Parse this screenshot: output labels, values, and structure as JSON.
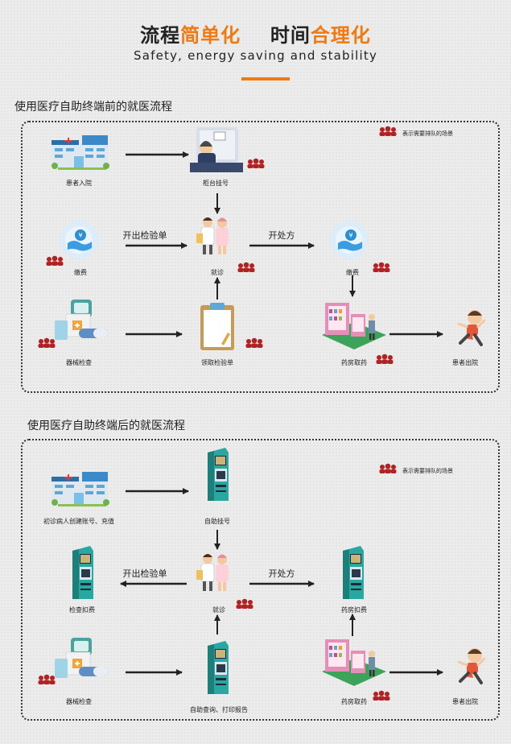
{
  "header": {
    "title_part1": "流程",
    "title_hl1": "简单化",
    "title_part2": "时间",
    "title_hl2": "合理化",
    "subtitle": "Safety, energy saving and stability",
    "accent_color": "#f07a12"
  },
  "before": {
    "heading": "使用医疗自助终端前的就医流程",
    "legend": "表示需要排队的场景",
    "nodes": {
      "admit": "患者入院",
      "counter": "柜台挂号",
      "pay1": "缴费",
      "clinic": "就诊",
      "pay2": "缴费",
      "device": "器械检查",
      "form": "领取检验单",
      "pharmacy": "药房取药",
      "discharge": "患者出院"
    },
    "arrows": {
      "test_order": "开出检验单",
      "prescribe": "开处方"
    }
  },
  "after": {
    "heading": "使用医疗自助终端后的就医流程",
    "legend": "表示需要排队的场景",
    "nodes": {
      "account": "初诊病人创建账号、充值",
      "self_reg": "自助挂号",
      "exam_pay": "检查扣费",
      "clinic": "就诊",
      "pharm_pay": "药房扣费",
      "device": "器械检查",
      "self_query": "自助查询、打印报告",
      "pharmacy": "药房取药",
      "discharge": "患者出院"
    },
    "arrows": {
      "test_order": "开出检验单",
      "prescribe": "开处方"
    }
  },
  "icons": [
    "hospital-icon",
    "counter-icon",
    "queue-icon",
    "payment-icon",
    "doctors-icon",
    "device-icon",
    "clipboard-icon",
    "pharmacy-icon",
    "running-person-icon",
    "kiosk-icon"
  ],
  "colors": {
    "queue": "#b22222",
    "kiosk": "#2aa7a0",
    "pharmacy": "#e58fb8"
  }
}
